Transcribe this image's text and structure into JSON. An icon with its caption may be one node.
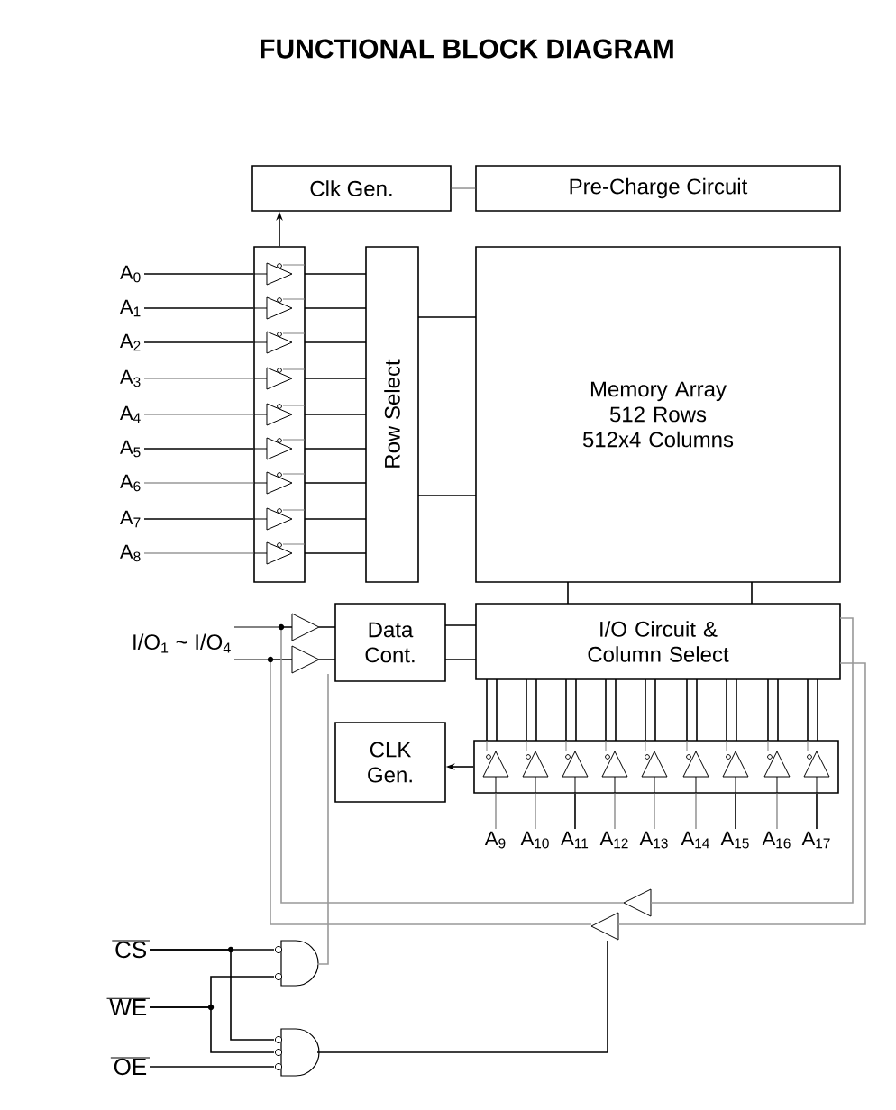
{
  "diagram": {
    "title": "FUNCTIONAL BLOCK DIAGRAM",
    "nodes": [
      {
        "text": [
          "Clk Gen."
        ]
      },
      {
        "text": [
          "Pre-Charge Circuit"
        ]
      },
      {
        "text": [],
        "shape": "box"
      },
      {
        "text": [
          "Row Select"
        ]
      },
      {
        "text": [
          "Memory Array 512 Rows 512x4 Columns"
        ]
      },
      {
        "text": [
          "Data Cont."
        ]
      },
      {
        "text": [
          "I/O Circuit & Column Select"
        ]
      },
      {
        "text": [
          "CLK Gen."
        ]
      },
      {
        "text": [],
        "shape": "box"
      },
      {
        "text": [
          "A$_{0}$"
        ]
      },
      {
        "text": [
          "A$_{1}$"
        ]
      },
      {
        "text": [
          "A$_{2}$"
        ]
      },
      {
        "text": [
          "A$_{3}$"
        ]
      },
      {
        "text": [
          "A$_{4}$"
        ]
      },
      {
        "text": [
          "A$_{5}$"
        ]
      },
      {
        "text": [
          "A$_{6}$"
        ]
      },
      {
        "text": [
          "A$_{7}$"
        ]
      },
      {
        "text": [
          "A$_{8}$"
        ]
      },
      {
        "text": [
          "A$_{9}$"
        ]
      },
      {
        "text": [
          "A$_{10}$"
        ]
      },
      {
        "text": [
          "A$_{11}$"
        ]
      },
      {
        "text": [
          "A$_{12}$"
        ]
      },
      {
        "text": [
          "A$_{13}$"
        ]
      },
      {
        "text": [
          "A$_{14}$"
        ]
      },
      {
        "text": [
          "A$_{15}$"
        ]
      },
      {
        "text": [
          "A$_{16}$"
        ]
      },
      {
        "text": [
          "A$_{17}$"
        ]
      },
      {
        "text": [
          "I/O$_{1}$ ~ I/O$_{4}$"
        ]
      },
      {
        "text": [
          "CS"
        ]
      },
      {
        "text": [
          "WE"
        ]
      },
      {
        "text": [
          "OE"
        ]
      },
      {
        "text": [],
        "shape": "gate"
      },
      {
        "text": [],
        "shape": "gate"
      },
      {
        "text": [],
        "shape": "triangle"
      },
      {
        "text": [],
        "shape": "triangle"
      }
    ],
    "edges": [
      {
        "from": 2,
        "to": 0,
        "arrow": "to"
      },
      {
        "from": 0,
        "to": 1,
        "arrow": "none",
        "color": "#999999"
      },
      {
        "from": 9,
        "to": 2,
        "arrow": "none"
      },
      {
        "from": 10,
        "to": 2,
        "arrow": "none"
      },
      {
        "from": 11,
        "to": 2,
        "arrow": "none"
      },
      {
        "from": 12,
        "to": 2,
        "arrow": "none",
        "color": "#999999"
      },
      {
        "from": 13,
        "to": 2,
        "arrow": "none",
        "color": "#999999"
      },
      {
        "from": 14,
        "to": 2,
        "arrow": "none"
      },
      {
        "from": 15,
        "to": 2,
        "arrow": "none",
        "color": "#999999"
      },
      {
        "from": 16,
        "to": 2,
        "arrow": "none"
      },
      {
        "from": 17,
        "to": 2,
        "arrow": "none",
        "color": "#999999"
      },
      {
        "from": 2,
        "to": 3,
        "arrow": "none"
      },
      {
        "from": 3,
        "to": 4,
        "arrow": "none"
      },
      {
        "from": 4,
        "to": 6,
        "arrow": "none"
      },
      {
        "from": 5,
        "to": 6,
        "arrow": "none"
      },
      {
        "from": 8,
        "to": 6,
        "arrow": "none"
      },
      {
        "from": 8,
        "to": 7,
        "arrow": "to"
      },
      {
        "from": 18,
        "to": 8,
        "arrow": "none",
        "color": "#999999"
      },
      {
        "from": 19,
        "to": 8,
        "arrow": "none",
        "color": "#999999"
      },
      {
        "from": 20,
        "to": 8,
        "arrow": "none"
      },
      {
        "from": 21,
        "to": 8,
        "arrow": "none",
        "color": "#999999"
      },
      {
        "from": 22,
        "to": 8,
        "arrow": "none",
        "color": "#999999"
      },
      {
        "from": 23,
        "to": 8,
        "arrow": "none",
        "color": "#999999"
      },
      {
        "from": 24,
        "to": 8,
        "arrow": "none"
      },
      {
        "from": 25,
        "to": 8,
        "arrow": "none",
        "color": "#999999"
      },
      {
        "from": 26,
        "to": 8,
        "arrow": "none"
      },
      {
        "from": 27,
        "to": 34,
        "arrow": "none"
      },
      {
        "from": 34,
        "to": 5,
        "arrow": "none"
      },
      {
        "from": 28,
        "to": 31,
        "arrow": "none"
      },
      {
        "from": 29,
        "to": 31,
        "arrow": "none"
      },
      {
        "from": 28,
        "to": 32,
        "arrow": "none"
      },
      {
        "from": 29,
        "to": 32,
        "arrow": "none"
      },
      {
        "from": 30,
        "to": 32,
        "arrow": "none"
      },
      {
        "from": 31,
        "to": 34,
        "arrow": "none",
        "color": "#999999"
      },
      {
        "from": 32,
        "to": 33,
        "arrow": "none"
      },
      {
        "from": 6,
        "to": 33,
        "arrow": "none",
        "color": "#999999"
      },
      {
        "from": 6,
        "to": 33,
        "arrow": "none",
        "color": "#999999"
      },
      {
        "from": 33,
        "to": 27,
        "arrow": "none",
        "color": "#999999"
      },
      {
        "from": 33,
        "to": 27,
        "arrow": "none",
        "color": "#999999"
      }
    ]
  }
}
